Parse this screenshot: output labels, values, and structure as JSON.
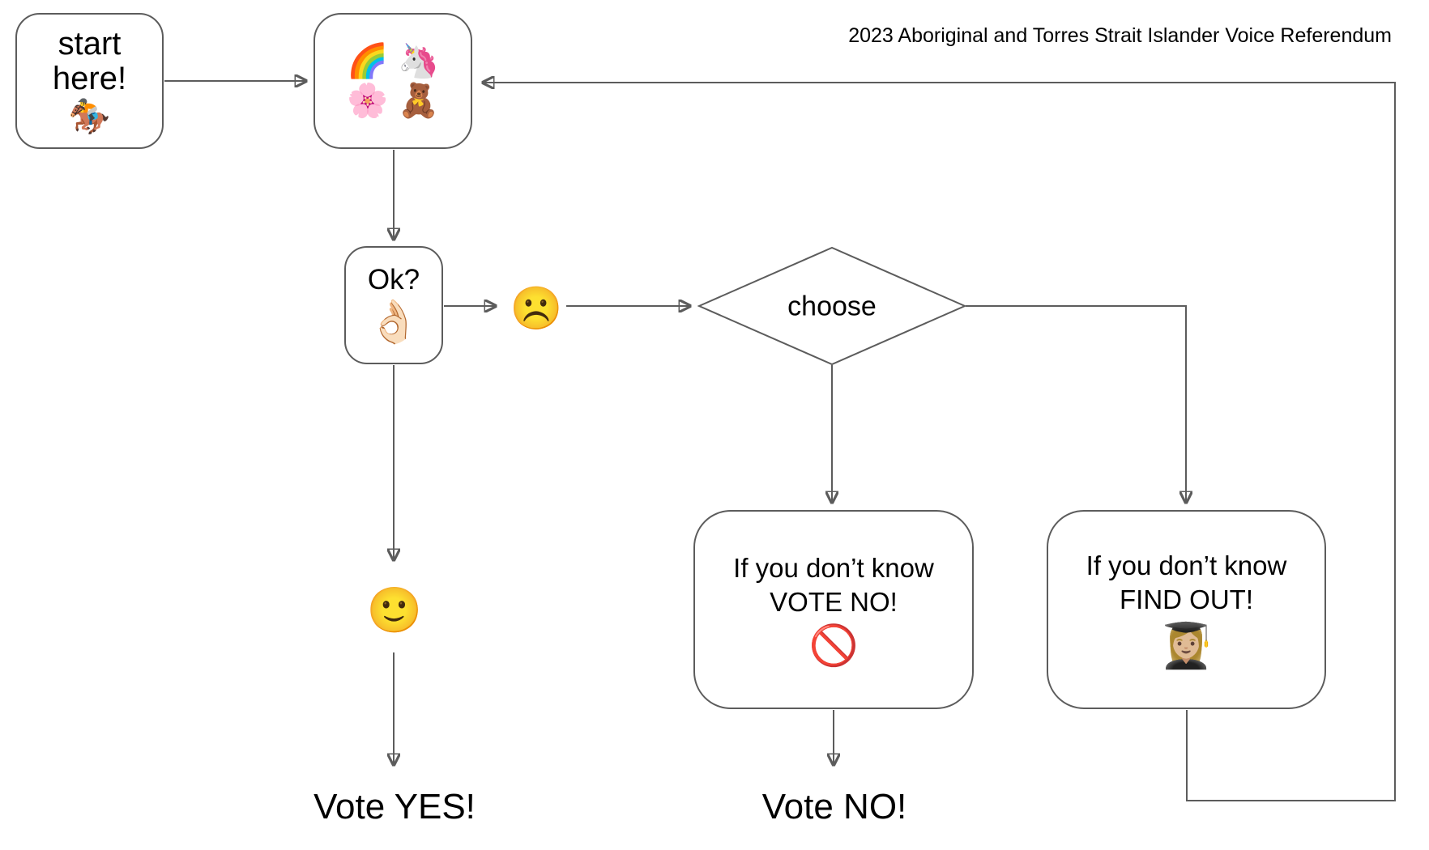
{
  "title": "2023 Aboriginal and Torres Strait Islander Voice Referendum",
  "nodes": {
    "start": {
      "line1": "start",
      "line2": "here!",
      "emoji": "🏇"
    },
    "nice_things": {
      "rainbow": "🌈",
      "unicorn": "🦄",
      "blossom": "🌸",
      "teddy": "🧸"
    },
    "ok": {
      "label": "Ok?",
      "emoji": "👌🏻"
    },
    "choose": {
      "label": "choose"
    },
    "vote_no_box": {
      "line1": "If you don’t know",
      "line2": "VOTE NO!",
      "emoji": "🚫"
    },
    "find_out_box": {
      "line1": "If you don’t know",
      "line2": "FIND OUT!",
      "emoji": "👩🏼‍🎓"
    },
    "sad_face": "☹️",
    "happy_face": "🙂",
    "vote_yes_label": "Vote YES!",
    "vote_no_label": "Vote NO!"
  },
  "colors": {
    "line": "#5c5c5c",
    "text": "#000000",
    "background": "#ffffff",
    "prohibited_red": "#e53935",
    "face_orange": "#f9a825"
  }
}
